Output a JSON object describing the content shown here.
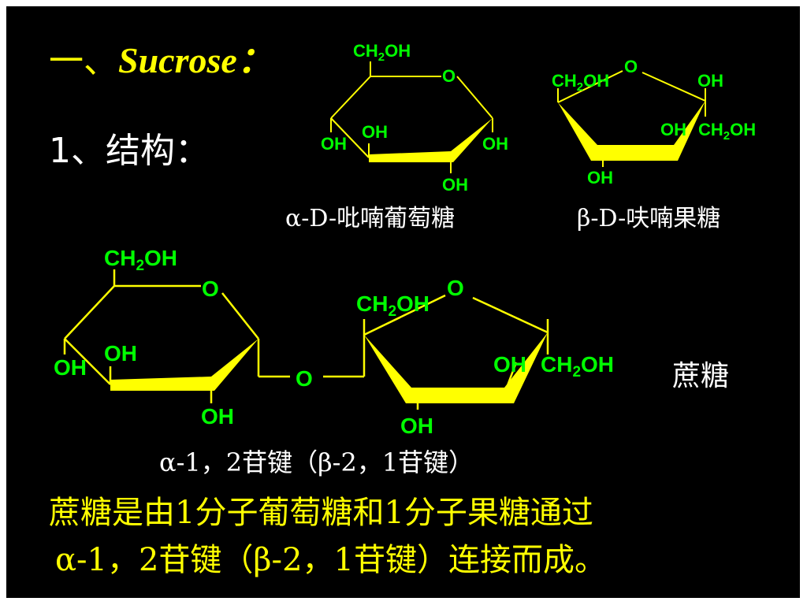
{
  "title_prefix": "一、",
  "title_main": "Sucrose：",
  "subtitle": "1、结构：",
  "glucose_name": "α-D-吡喃葡萄糖",
  "fructose_name": "β-D-呋喃果糖",
  "sucrose_name": "蔗糖",
  "linkage": "α-1，2苷键（β-2，1苷键）",
  "summary_line1": "蔗糖是由1分子葡萄糖和1分子果糖通过",
  "summary_line2": "α-1，2苷键（β-2，1苷键）连接而成。",
  "atoms": {
    "ch2": "CH",
    "sub2": "2",
    "oh": "OH",
    "o": "O"
  },
  "colors": {
    "background": "#000000",
    "bond_yellow": "#ffff00",
    "atom_green": "#00ff00",
    "text_white": "#ffffff"
  }
}
